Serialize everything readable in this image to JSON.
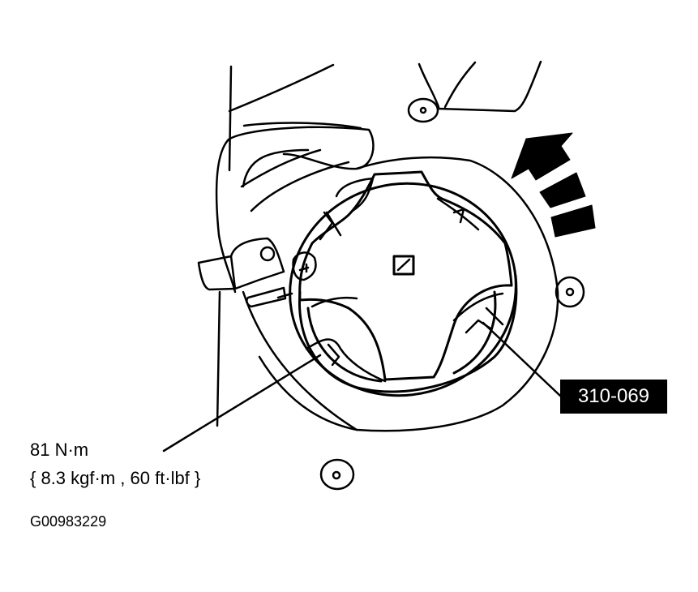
{
  "diagram": {
    "subject": "steering-wheel-installation",
    "colors": {
      "ink": "#000000",
      "background": "#ffffff",
      "callout_bg": "#000000",
      "callout_text": "#ffffff"
    }
  },
  "torque_spec": {
    "line1": "81 N·m",
    "line2": "{ 8.3 kgf·m , 60 ft·lbf }"
  },
  "special_tool": {
    "label": "310-069"
  },
  "figure_id": "G00983229",
  "icons": {
    "direction_arrow": "front-direction-arrow-icon",
    "center_mark": "alignment-mark-icon"
  }
}
